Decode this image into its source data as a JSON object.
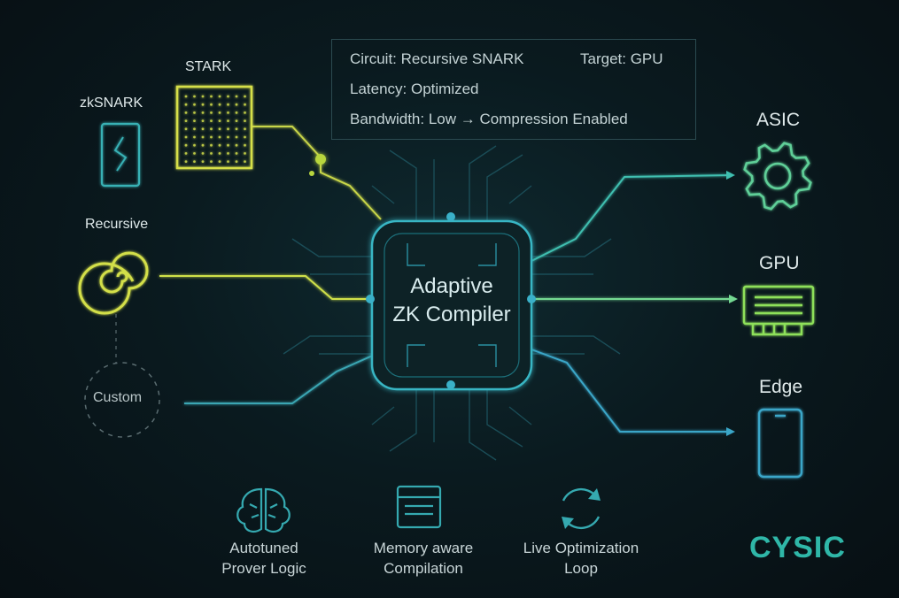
{
  "title": "Adaptive ZK Compiler",
  "title_lines": [
    "Adaptive",
    "ZK Compiler"
  ],
  "info_box": {
    "circuit": "Circuit: Recursive SNARK",
    "target": "Target: GPU",
    "latency": "Latency: Optimized",
    "bandwidth": "Bandwidth: Low → Compression Enabled"
  },
  "inputs": [
    {
      "label": "STARK",
      "icon": "grid-chip-icon"
    },
    {
      "label": "zkSNARK",
      "icon": "card-icon"
    },
    {
      "label": "Recursive",
      "icon": "spiral-icon"
    },
    {
      "label": "Custom",
      "icon": "dashed-circle-icon"
    }
  ],
  "outputs": [
    {
      "label": "ASIC",
      "icon": "gear-icon"
    },
    {
      "label": "GPU",
      "icon": "gpu-card-icon"
    },
    {
      "label": "Edge",
      "icon": "phone-icon"
    }
  ],
  "features": [
    {
      "line1": "Autotuned",
      "line2": "Prover Logic",
      "icon": "brain-icon"
    },
    {
      "line1": "Memory aware",
      "line2": "Compilation",
      "icon": "memory-list-icon"
    },
    {
      "line1": "Live Optimization",
      "line2": "Loop",
      "icon": "refresh-loop-icon"
    }
  ],
  "brand": "CYSIC",
  "colors": {
    "teal": "#2fb7a8",
    "cyan": "#3ab0c8",
    "yellow": "#d8e04a",
    "green": "#6fd89a",
    "background": "#0a1a1f"
  }
}
